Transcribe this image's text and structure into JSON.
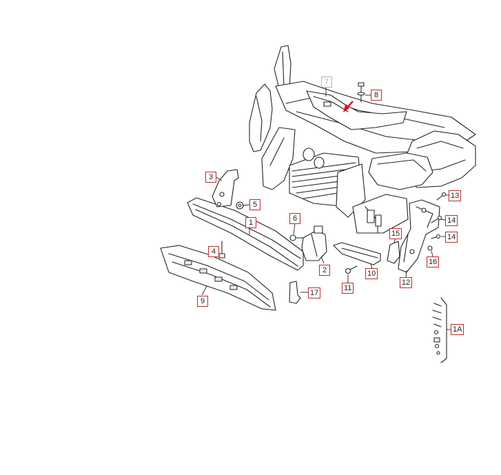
{
  "callouts": {
    "c1": "1",
    "c2": "2",
    "c3": "3",
    "c4": "4",
    "c5": "5",
    "c6": "6",
    "c7": "7",
    "c8": "8",
    "c9": "9",
    "c10": "10",
    "c11": "11",
    "c12": "12",
    "c13": "13",
    "c14a": "14",
    "c14b": "14",
    "c15": "15",
    "c16": "16",
    "c17": "17",
    "c1A": "1A"
  },
  "colors": {
    "callout_border": "#c0282b",
    "callout_faded": "#9fb3c8",
    "arrow": "#e0121b",
    "line": "#222222"
  }
}
